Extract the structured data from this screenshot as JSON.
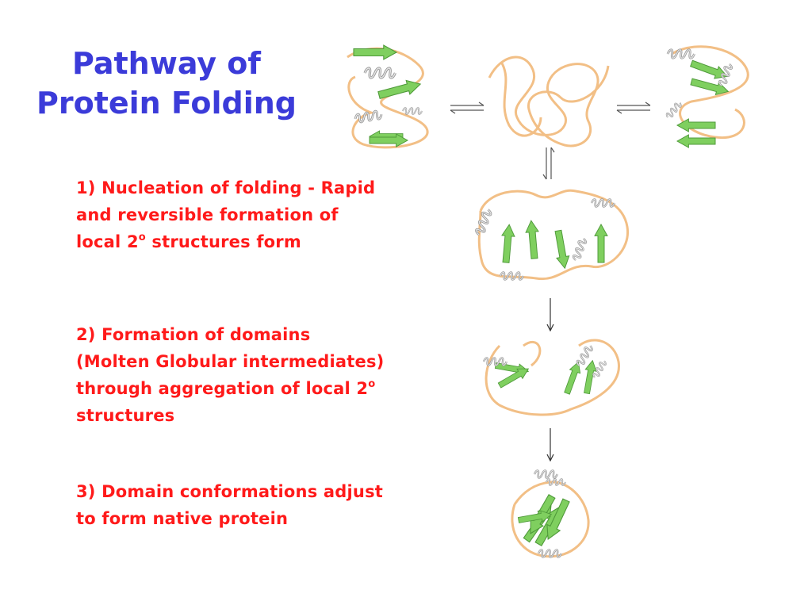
{
  "slide": {
    "title_line1": "Pathway of",
    "title_line2": "Protein Folding"
  },
  "steps": [
    {
      "lines": [
        "1) Nucleation of folding - Rapid",
        "and reversible formation of",
        "local 2"
      ],
      "superscript": "o",
      "tail": " structures form"
    },
    {
      "lines": [
        "2) Formation of domains",
        "(Molten Globular intermediates)",
        "through aggregation of local 2",
        "structures"
      ],
      "superscript": "o"
    },
    {
      "lines": [
        "3) Domain conformations adjust",
        "to form native protein"
      ]
    }
  ],
  "colors": {
    "title": "#3b3bd9",
    "step_text": "#ff1a1a",
    "coil": "#f2bf86",
    "strand": "#7fcf5f",
    "helix": "#c8c8c8"
  },
  "icons": [
    "equilibrium-arrows-icon",
    "down-arrow-icon"
  ]
}
